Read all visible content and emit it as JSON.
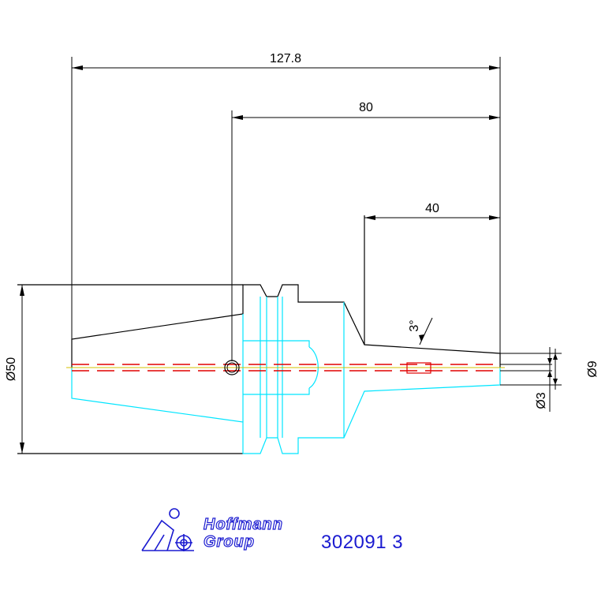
{
  "dimensions": {
    "overall_length": "127.8",
    "mid_length": "80",
    "nose_length": "40",
    "flange_diameter": "Ø50",
    "bore_diameter": "Ø3",
    "tip_diameter": "Ø9",
    "taper_angle": "3°"
  },
  "logo": {
    "line1": "Hoffmann",
    "line2": "Group"
  },
  "part_number": "302091 3",
  "colors": {
    "outline": "#000000",
    "profile": "#00e5ff",
    "centerline": "#e00000",
    "axis": "#d4c000",
    "brand": "#1a1ad0"
  }
}
